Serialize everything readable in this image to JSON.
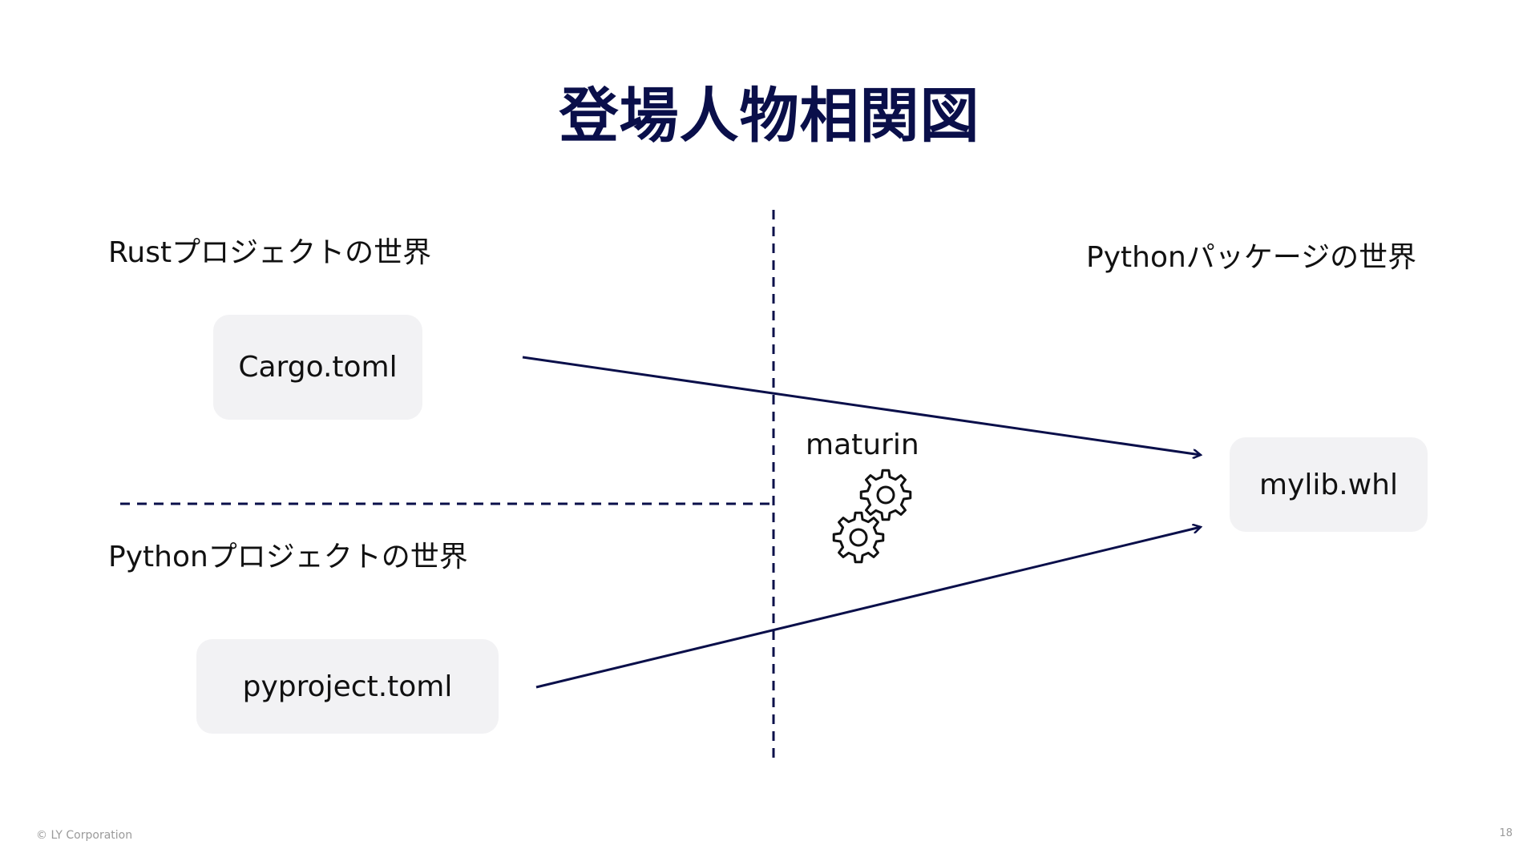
{
  "slide": {
    "title": "登場人物相関図"
  },
  "regions": {
    "rust_project": "Rustプロジェクトの世界",
    "python_project": "Pythonプロジェクトの世界",
    "python_package": "Pythonパッケージの世界"
  },
  "files": {
    "cargo": "Cargo.toml",
    "pyproject": "pyproject.toml",
    "wheel": "mylib.whl"
  },
  "tool": {
    "name": "maturin",
    "icon": "gears-icon"
  },
  "footer": {
    "copyright": "© LY Corporation",
    "page_number": "18"
  },
  "colors": {
    "title": "#0a0f4a",
    "lines": "#0a0f4a",
    "box_fill": "#f2f2f4"
  }
}
